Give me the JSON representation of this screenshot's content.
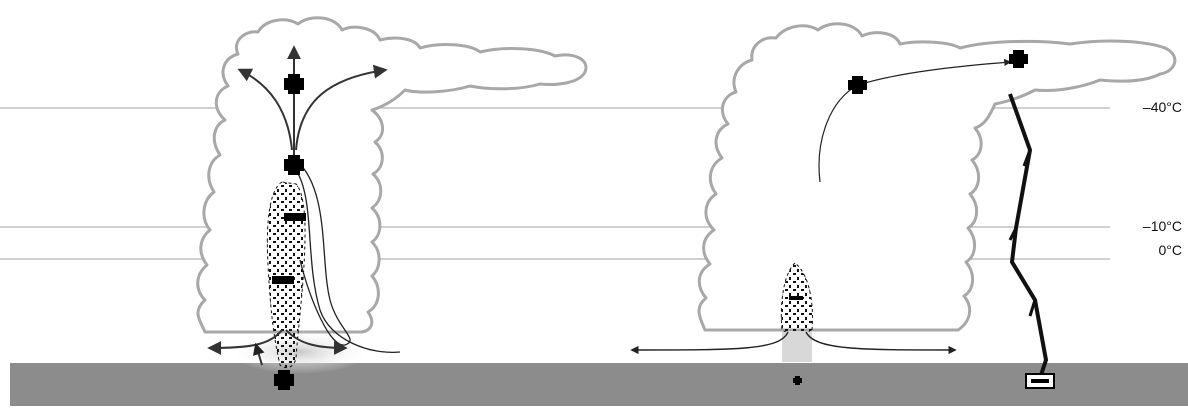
{
  "temperature_levels": [
    {
      "label": "–40°C"
    },
    {
      "label": "–10°C"
    },
    {
      "label": "0°C"
    }
  ],
  "colors": {
    "cloud_outline": "#a8a8a8",
    "ground": "#8a8a8a",
    "temp_lines": "#b8b8b8",
    "charge": "#000000",
    "arrows": "#333333",
    "leader": "#111111"
  },
  "charges": {
    "left_top_upper": "positive",
    "left_top_mid": "positive",
    "left_middle_upper": "negative",
    "left_middle_lower": "negative",
    "left_ground": "positive",
    "right_anvil_left": "positive",
    "right_anvil_right": "positive",
    "right_core": "negative",
    "right_ground": "positive",
    "right_leader_base": "negative"
  }
}
